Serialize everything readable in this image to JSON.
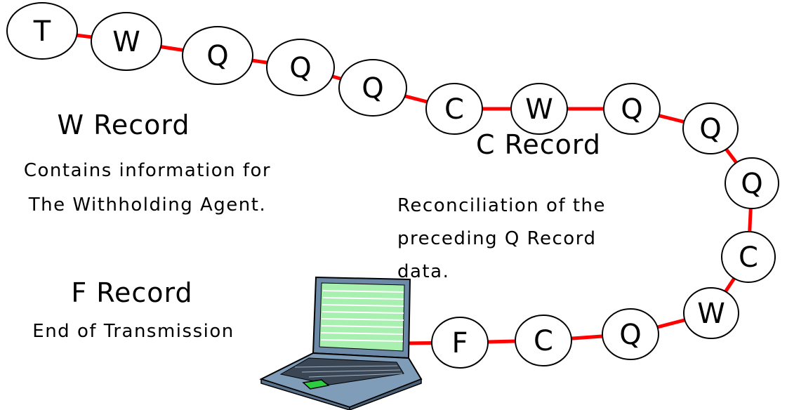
{
  "chain": {
    "nodes": [
      {
        "letter": "T"
      },
      {
        "letter": "W"
      },
      {
        "letter": "Q"
      },
      {
        "letter": "Q"
      },
      {
        "letter": "Q"
      },
      {
        "letter": "C"
      },
      {
        "letter": "W"
      },
      {
        "letter": "Q"
      },
      {
        "letter": "Q"
      },
      {
        "letter": "Q"
      },
      {
        "letter": "C"
      },
      {
        "letter": "W"
      },
      {
        "letter": "Q"
      },
      {
        "letter": "C"
      },
      {
        "letter": "F"
      }
    ],
    "connector_color": "#ff0000"
  },
  "labels": {
    "w_record": {
      "title": "W Record",
      "line1": "Contains information for",
      "line2": "The Withholding Agent."
    },
    "c_record": {
      "title": "C Record",
      "line1": "Reconciliation of the",
      "line2": "preceding Q Record",
      "line3": "data."
    },
    "f_record": {
      "title": "F Record",
      "line1": "End of Transmission"
    }
  },
  "laptop": {
    "icon": "laptop-icon",
    "screen_color": "#a8f0b0",
    "body_color": "#7f9db9"
  }
}
